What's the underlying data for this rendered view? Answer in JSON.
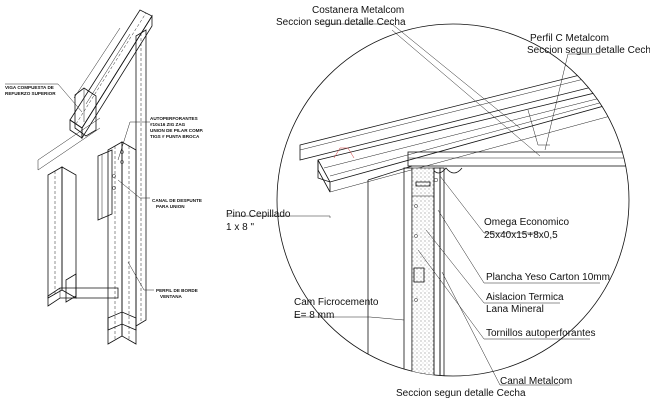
{
  "left_labels": {
    "viga": [
      "VIGA COMPUESTA DE",
      "REFUERZO SUPERIOR"
    ],
    "autoperforantes": [
      "AUTOPERFORANTES",
      "#10x16 ZIG ZAG",
      "UNION DE PILAR COMP.",
      "TIGS # PUNTA BROCA"
    ],
    "canal": [
      "CANAL DE DESPUNTE",
      "PARA UNION"
    ],
    "perfil_borde": [
      "PERFIL DE BORDE",
      "VENTANA"
    ]
  },
  "detail_labels": {
    "costanera": [
      "Costanera Metalcom",
      "Seccion segun detalle Cecha"
    ],
    "perfil_c": [
      "Perfil C Metalcom",
      "Seccion segun detalle Cecha"
    ],
    "pino": [
      "Pino Cepillado",
      "1 x 8 \""
    ],
    "omega": [
      "Omega Economico",
      "25x40x15+8x0,5"
    ],
    "plancha": "Plancha Yeso Carton 10mm",
    "aislacion": [
      "Aislacion Termica",
      "Lana  Mineral"
    ],
    "tornillos": "Tornillos autoperforantes",
    "cam": [
      "Cam Ficrocemento",
      "E= 8 mm"
    ],
    "canal": [
      "Canal Metalcom",
      "Seccion segun detalle Cecha"
    ]
  }
}
